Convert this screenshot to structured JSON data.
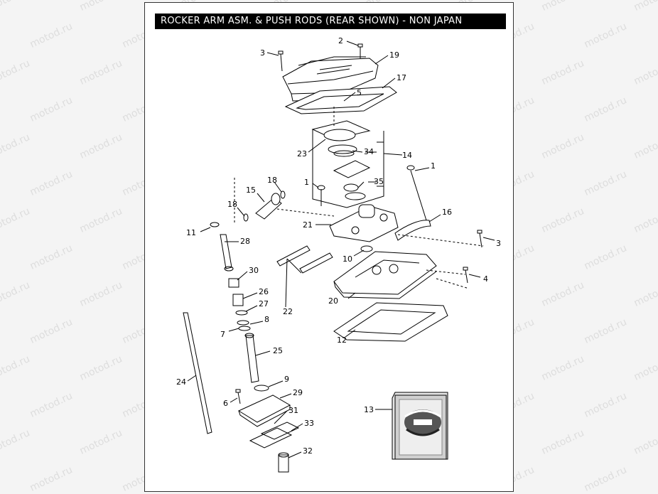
{
  "title": "ROCKER ARM ASM. & PUSH RODS (REAR SHOWN) - NON JAPAN",
  "watermark_text": "motod.ru",
  "callouts": [
    "1",
    "1",
    "2",
    "3",
    "3",
    "4",
    "5",
    "6",
    "7",
    "8",
    "9",
    "10",
    "11",
    "12",
    "13",
    "14",
    "15",
    "16",
    "17",
    "18",
    "18",
    "19",
    "20",
    "21",
    "22",
    "23",
    "24",
    "25",
    "26",
    "27",
    "28",
    "29",
    "30",
    "31",
    "32",
    "33",
    "34",
    "35"
  ],
  "colors": {
    "background": "#f4f4f4",
    "paper": "#ffffff",
    "ink": "#000000",
    "title_bg": "#000000",
    "title_fg": "#ffffff"
  }
}
